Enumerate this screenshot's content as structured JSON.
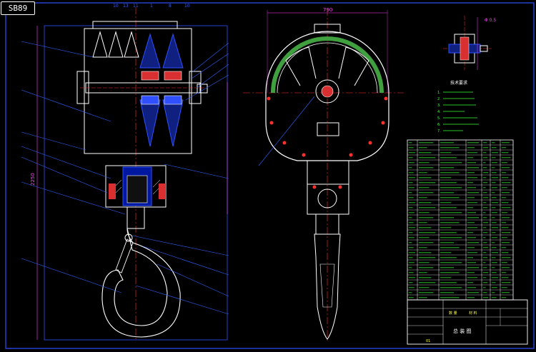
{
  "tab": {
    "label": "SB89"
  },
  "colors": {
    "background": "#000000",
    "outline": "#ffffff",
    "frame_border": "#2f4fff",
    "section_blue": "#3050ff",
    "leader_lines": "#3060ff",
    "dimension_lines": "#ff40ff",
    "centerline": "#ff3030",
    "hatch_cyan": "#00e0ff",
    "table_text": "#3cff3c",
    "title_text": "#ffff40",
    "gear_ring": "#40a040"
  },
  "title_block": {
    "title": "总 装 图",
    "sheet": "01",
    "parts_label": "数 量",
    "material_label": "材 料"
  },
  "notes": {
    "heading": "技术要求",
    "lines": [
      "1. ",
      "2. ",
      "3. ",
      "4. ",
      "5. ",
      "6. ",
      "7. "
    ]
  },
  "dimensions": {
    "left_total": "2250",
    "right_width": "790",
    "detail_a": "Φ 0.5"
  }
}
